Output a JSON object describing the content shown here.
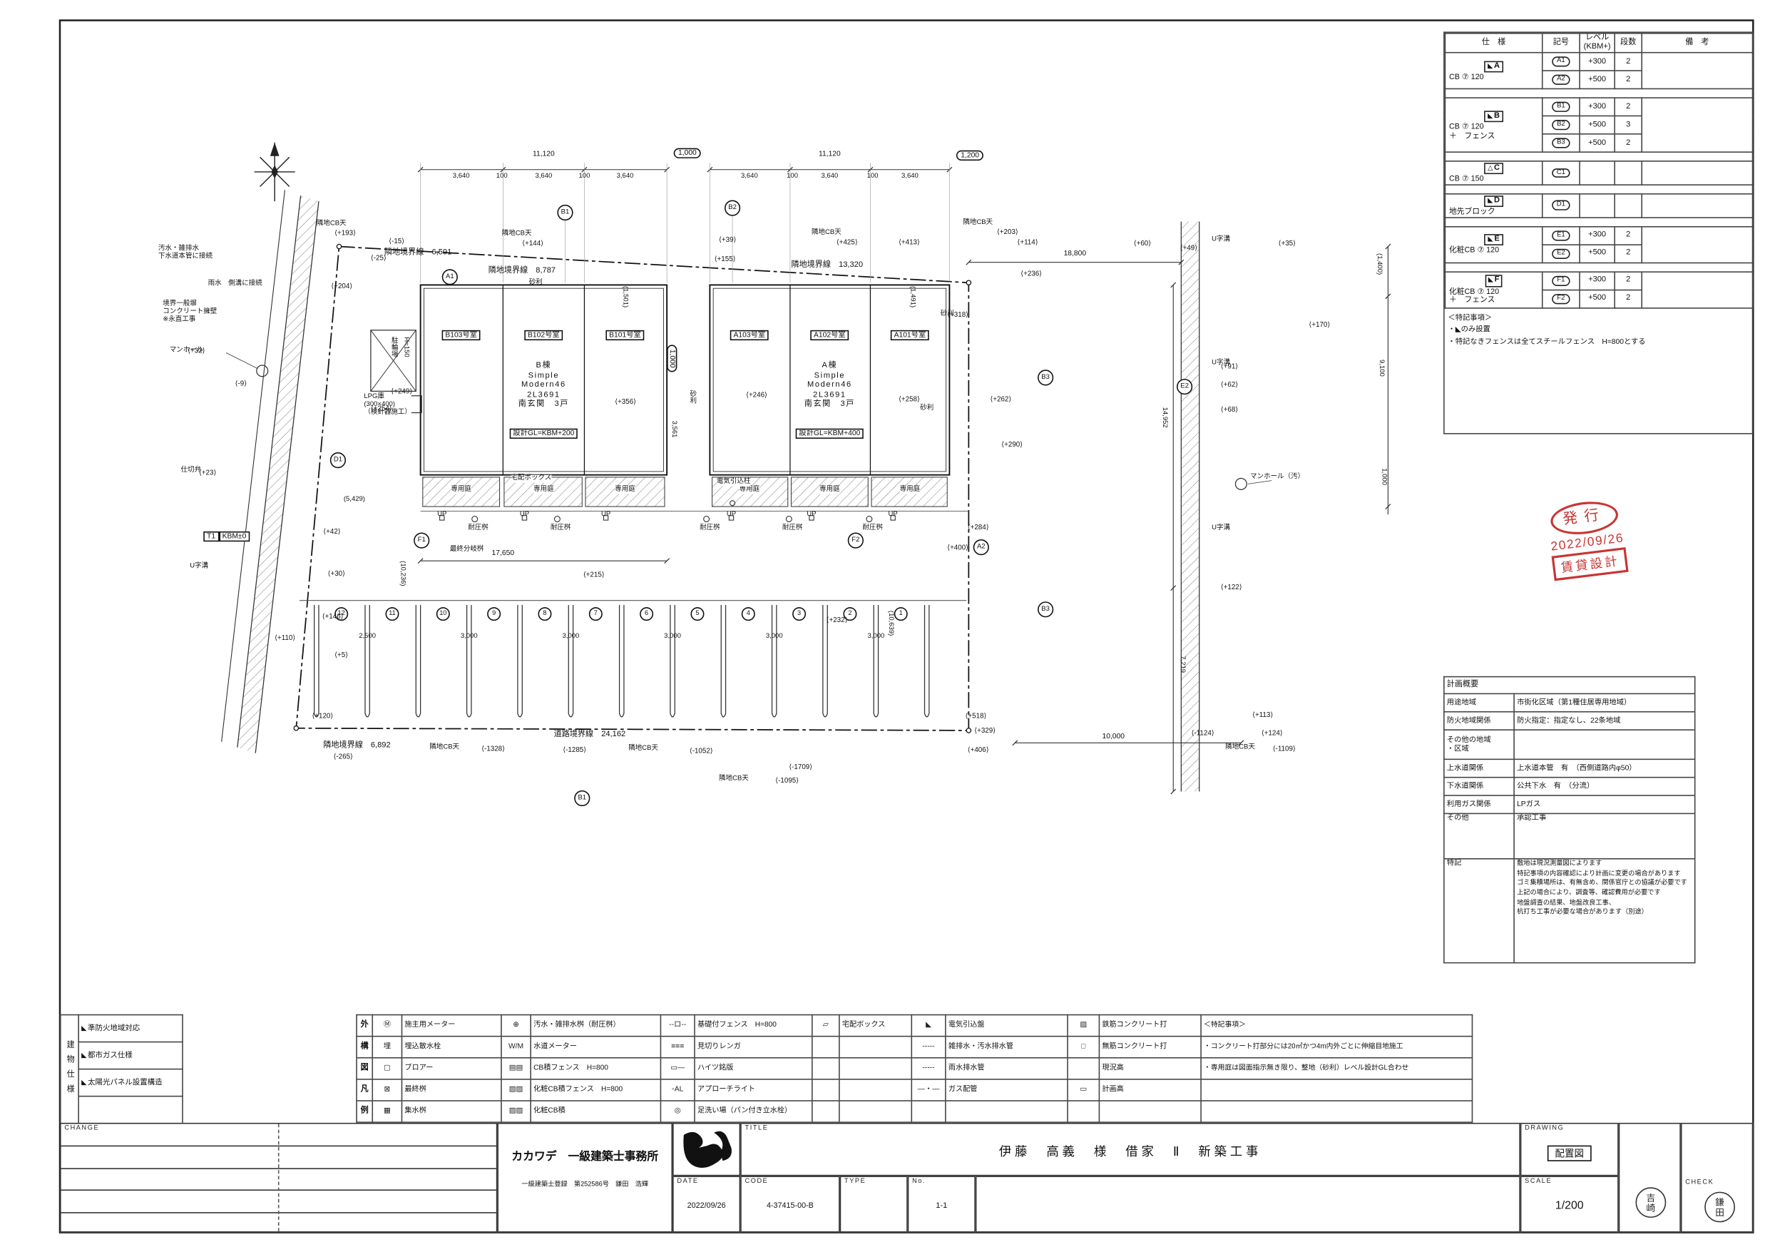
{
  "spec_table": {
    "headers": {
      "spec": "仕　様",
      "symbol": "記号",
      "level": "レベル\n(KBM+)",
      "steps": "段数",
      "remarks": "備　考"
    },
    "groups": [
      {
        "tri": "◣",
        "letter": "A",
        "lines": [
          "CB ⑦ 120"
        ],
        "marks": [
          [
            "A1",
            "+300",
            "2"
          ],
          [
            "A2",
            "+500",
            "2"
          ]
        ]
      },
      {
        "tri": "◣",
        "letter": "B",
        "lines": [
          "CB ⑦ 120",
          "＋　フェンス"
        ],
        "marks": [
          [
            "B1",
            "+300",
            "2"
          ],
          [
            "B2",
            "+500",
            "3"
          ],
          [
            "B3",
            "+500",
            "2"
          ]
        ]
      },
      {
        "tri": "△",
        "letter": "C",
        "lines": [
          "CB ⑦ 150"
        ],
        "marks": [
          [
            "C1",
            "",
            ""
          ]
        ]
      },
      {
        "tri": "◣",
        "letter": "D",
        "lines": [
          "地先ブロック"
        ],
        "marks": [
          [
            "D1",
            "",
            ""
          ]
        ]
      },
      {
        "tri": "◣",
        "letter": "E",
        "lines": [
          "化粧CB ⑦ 120"
        ],
        "marks": [
          [
            "E1",
            "+300",
            "2"
          ],
          [
            "E2",
            "+500",
            "2"
          ]
        ]
      },
      {
        "tri": "◣",
        "letter": "F",
        "lines": [
          "化粧CB ⑦ 120",
          "＋　フェンス"
        ],
        "marks": [
          [
            "F1",
            "+300",
            "2"
          ],
          [
            "F2",
            "+500",
            "2"
          ]
        ]
      }
    ],
    "notes_title": "＜特記事項＞",
    "notes": [
      "・◣のみ設置",
      "・特記なきフェンスは全てスチールフェンス　H=800とする"
    ]
  },
  "issue_stamp": {
    "line1": "発行",
    "line2": "2022/09/26",
    "line3": "賃貸設計",
    "color": "#c93434"
  },
  "summary": {
    "title": "計画概要",
    "rows": [
      {
        "label": "用途地域",
        "value": "市街化区域（第1種住居専用地域）"
      },
      {
        "label": "防火地域関係",
        "value": "防火指定：指定なし、22条地域"
      },
      {
        "label": "その他の地域\n・区域",
        "value": ""
      },
      {
        "label": "上水道関係",
        "value": "上水道本管　有　（西側道路内φ50）"
      },
      {
        "label": "下水道関係",
        "value": "公共下水　有　（分流）"
      },
      {
        "label": "利用ガス関係",
        "value": "LPガス"
      },
      {
        "label": "その他",
        "value": "承認工事"
      },
      {
        "label": "特記",
        "value": "敷地は現況測量図によります\n特記事項の内容確認により計画に変更の場合があります\nゴミ集積場所は、有無含め、関係官庁との協議が必要です\n上記の場合により、調査等、確認費用が必要です\n地盤調査の結果、地盤改良工事、\n杭打ち工事が必要な場合があります（別途）"
      }
    ]
  },
  "building_spec": {
    "side_label": "建物仕様",
    "rows": [
      {
        "flag": "◣",
        "label": "準防火地域対応"
      },
      {
        "flag": "◣",
        "label": "都市ガス仕様"
      },
      {
        "flag": "◣",
        "label": "太陽光パネル設置構造"
      }
    ]
  },
  "legend": {
    "rows": [
      {
        "tag": "外",
        "cells": [
          {
            "sym": "Ⓜ",
            "label": "施主用メーター"
          },
          {
            "sym": "⊕",
            "label": "汚水・雑排水桝（耐圧桝）"
          },
          {
            "sym": "--ロ--",
            "label": "基礎付フェンス　H=800"
          },
          {
            "sym": "▱",
            "label": "宅配ボックス"
          },
          {
            "sym": "◣",
            "label": "電気引込盤"
          },
          {
            "sym": "▨",
            "label": "鉄筋コンクリート打"
          }
        ],
        "note": "＜特記事項＞"
      },
      {
        "tag": "構",
        "cells": [
          {
            "sym": "埋",
            "label": "埋込散水栓"
          },
          {
            "sym": "W/M",
            "label": "水道メーター"
          },
          {
            "sym": "≡≡≡",
            "label": "見切りレンガ"
          },
          {
            "sym": "",
            "label": ""
          },
          {
            "sym": "-----",
            "label": "雑排水・汚水排水管"
          },
          {
            "sym": "□",
            "label": "無筋コンクリート打"
          }
        ],
        "note": "・コンクリート打部分には20㎡かつ4m内外ごとに伸縮目地施工"
      },
      {
        "tag": "図",
        "cells": [
          {
            "sym": "▢",
            "label": "ブロアー"
          },
          {
            "sym": "▤▤",
            "label": "CB積フェンス　H=800"
          },
          {
            "sym": "▭—",
            "label": "ハイツ銘版"
          },
          {
            "sym": "",
            "label": ""
          },
          {
            "sym": "-----",
            "label": "雨水排水管"
          },
          {
            "sym": "",
            "label": "現況高"
          }
        ],
        "note": "・専用庭は図面指示無き限り、整地（砂利）レベル設計GL合わせ"
      },
      {
        "tag": "凡",
        "cells": [
          {
            "sym": "⊠",
            "label": "最終桝"
          },
          {
            "sym": "▨▨",
            "label": "化粧CB積フェンス　H=800"
          },
          {
            "sym": "◦AL",
            "label": "アプローチライト"
          },
          {
            "sym": "",
            "label": ""
          },
          {
            "sym": "—・—",
            "label": "ガス配管"
          },
          {
            "sym": "▭",
            "label": "計画高"
          }
        ],
        "note": ""
      },
      {
        "tag": "例",
        "cells": [
          {
            "sym": "▦",
            "label": "集水桝"
          },
          {
            "sym": "▨▨",
            "label": "化粧CB積"
          },
          {
            "sym": "◎",
            "label": "足洗い場（パン付き立水栓）"
          },
          {
            "sym": "",
            "label": ""
          },
          {
            "sym": "",
            "label": ""
          },
          {
            "sym": "",
            "label": ""
          }
        ],
        "note": ""
      }
    ]
  },
  "title_block": {
    "change_label": "CHANGE",
    "office_name": "カカワデ　一級建築士事務所",
    "office_reg": "一級建築士登録　第252586号　鎌田　浩輝",
    "title_label": "TITLE",
    "title": "伊藤　高義　様　借家　Ⅱ　新築工事",
    "drawing_label": "DRAWING",
    "drawing": "配置図",
    "date_label": "DATE",
    "date": "2022/09/26",
    "code_label": "CODE",
    "code": "4-37415-00-B",
    "type_label": "TYPE",
    "type": "",
    "no_label": "No.",
    "no": "1-1",
    "scale_label": "SCALE",
    "scale": "1/200",
    "check_label": "CHECK",
    "stamp1": "吉崎",
    "stamp2": "鎌田"
  },
  "plan": {
    "boundary": {
      "nw": "隣地境界線　6,591",
      "n": "隣地境界線　8,787",
      "ne": "隣地境界線　13,320",
      "s": "道路境界線　24,162",
      "sw": "隣地境界線　6,892"
    },
    "bldgB": {
      "units": [
        "B103号室",
        "B102号室",
        "B101号室"
      ],
      "name": [
        "B棟",
        "Simple",
        "Modern46",
        "2L3691",
        "南玄関　3戸"
      ],
      "gl": "設計GL=KBM+200"
    },
    "bldgA": {
      "units": [
        "A103号室",
        "A102号室",
        "A101号室"
      ],
      "name": [
        "A棟",
        "Simple",
        "Modern46",
        "2L3691",
        "南玄関　3戸"
      ],
      "gl": "設計GL=KBM+400"
    },
    "labels": {
      "garden": "専用庭",
      "up": "UP",
      "taiatsu": "耐圧桝",
      "saishu": "最終分岐桝",
      "takuhai": "宅配ボックス",
      "denki": "電気引込柱",
      "lpg": "LPG庫\n(300×400)\n（検針器施工）",
      "jari": "砂利",
      "ujiko": "U字溝",
      "rinchi_cb": "隣地CB天",
      "manhole": "マンホール",
      "manhole_o": "マンホール（汚）",
      "shikiri": "仕切弁",
      "t1": "T1",
      "kbm": "KBM±0",
      "usui": "雨水　側溝に接続",
      "osui": "汚水・雑排水\n下水道本管に接続",
      "youheki": "境界一般塀\nコンクリート擁壁\n※永直工事",
      "churin": "駐輪場",
      "h150": "H=150"
    },
    "dims": {
      "d11120": "11,120",
      "d3640": "3,640",
      "d100": "100",
      "d1000": "1,000",
      "d1200": "1,200",
      "d17650": "17,650",
      "d5429": "(5,429)",
      "d10236": "(10,236)",
      "d10639": "(10,639)",
      "d10000": "10,000",
      "d14952": "14,952",
      "d7219": "7,219",
      "d9100": "9,100",
      "d1400": "(1,400)",
      "d1501": "(1,501)",
      "d1491": "(1,491)",
      "d3561": "3,561",
      "d18800": "18,800",
      "d2500": "2,500",
      "d3000": "3,000"
    },
    "parking_numbers": [
      "12",
      "11",
      "10",
      "9",
      "8",
      "7",
      "6",
      "5",
      "4",
      "3",
      "2",
      "1"
    ],
    "markers": [
      "A1",
      "B1",
      "B2",
      "B3",
      "E2",
      "B3",
      "A2",
      "D1",
      "F1",
      "F2",
      "B1"
    ],
    "tags": [
      "+193",
      "-15",
      "-25",
      "+144",
      "+155",
      "+425",
      "+413",
      "+203",
      "+114",
      "+204",
      "+32",
      "-9",
      "+23",
      "+42",
      "+30",
      "+146",
      "+5",
      "+110",
      "+120",
      "-265",
      "+249",
      "+254",
      "+356",
      "+246",
      "+258",
      "+262",
      "+290",
      "+284",
      "+400",
      "+215",
      "+232",
      "+60",
      "+49",
      "+39",
      "+35",
      "+91",
      "+62",
      "+68",
      "+170",
      "+122",
      "+124",
      "+113",
      "+518",
      "+329",
      "+406",
      "-1328",
      "-1285",
      "-1052",
      "-1709",
      "-1095",
      "-1124",
      "-1109",
      "+236",
      "+318"
    ]
  }
}
